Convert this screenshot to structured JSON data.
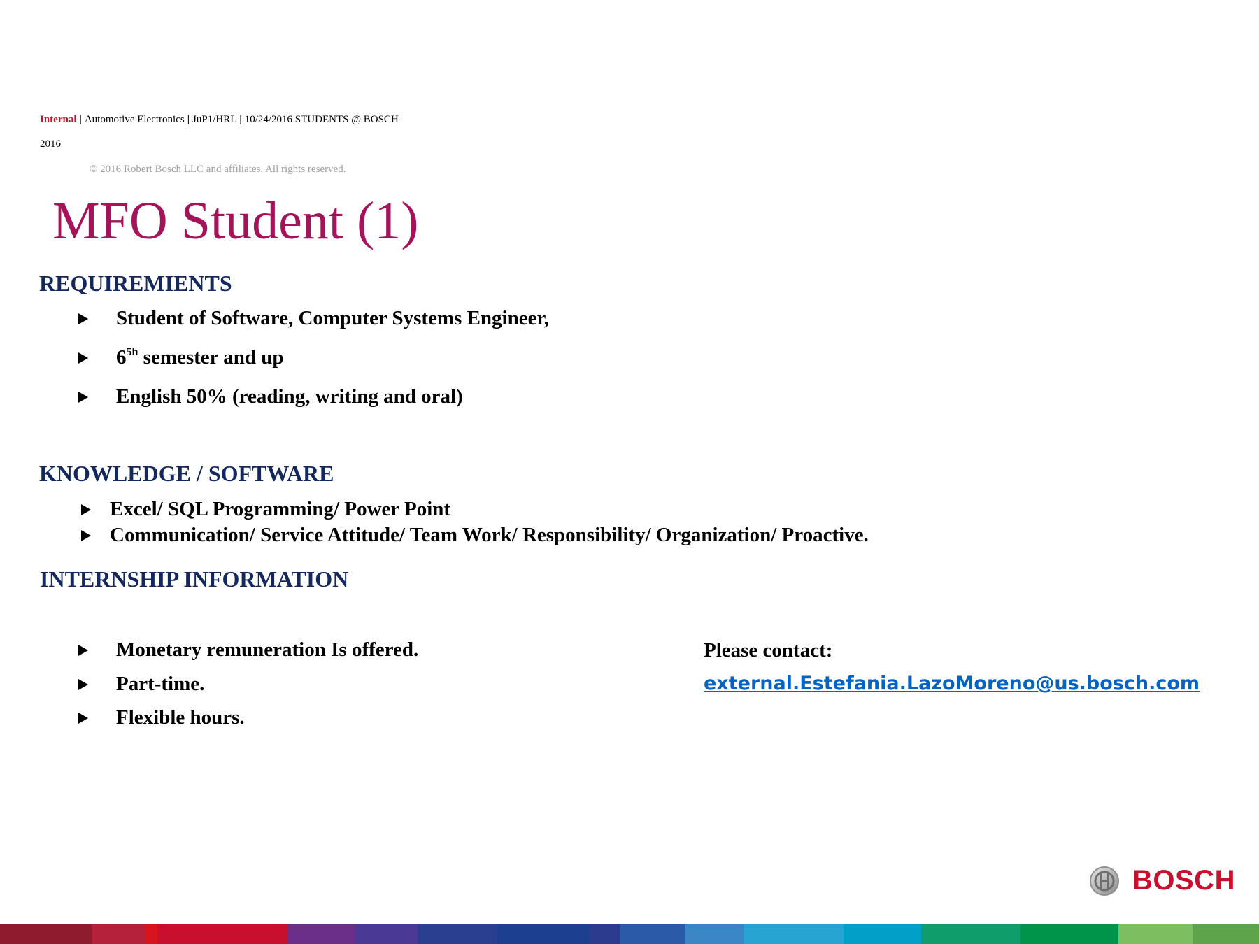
{
  "header": {
    "classification": "Internal",
    "meta": [
      "Automotive Electronics",
      "JuP1/HRL",
      "10/24/2016 STUDENTS @ BOSCH"
    ],
    "year": "2016",
    "copyright": "© 2016 Robert Bosch LLC and affiliates. All rights reserved."
  },
  "title": "MFO Student (1)",
  "requirements": {
    "heading": "REQUIREMIENTS",
    "items": [
      "Student of Software, Computer Systems Engineer,",
      "semester and up",
      "English 50% (reading, writing and oral)"
    ],
    "semester_number": "6",
    "semester_sup": "5h"
  },
  "knowledge": {
    "heading": "KNOWLEDGE / SOFTWARE",
    "items": [
      "Excel/ SQL Programming/ Power Point",
      "Communication/ Service Attitude/ Team Work/ Responsibility/ Organization/ Proactive."
    ]
  },
  "internship": {
    "heading": "INTERNSHIP INFORMATION",
    "items": [
      "Monetary remuneration Is offered.",
      "Part-time.",
      "Flexible hours."
    ]
  },
  "contact": {
    "label": "Please contact:",
    "email": "external.Estefania.LazoMoreno@us.bosch.com"
  },
  "logo": {
    "wordmark": "BOSCH",
    "icon": "bosch-armature-icon",
    "color": "#c8102e"
  },
  "colors": {
    "title": "#a5135b",
    "heading": "#14285e",
    "link": "#0563c1",
    "stripe": [
      "#8e1b2e",
      "#b5203a",
      "#d8141e",
      "#c8102e",
      "#6b2f8a",
      "#4a3a96",
      "#2b3f91",
      "#1c3f8f",
      "#2d3b8f",
      "#2a5aa8",
      "#3a86c6",
      "#28a4d2",
      "#00a0c8",
      "#109d6c",
      "#00944a",
      "#7dbf60",
      "#5ea44a"
    ]
  }
}
